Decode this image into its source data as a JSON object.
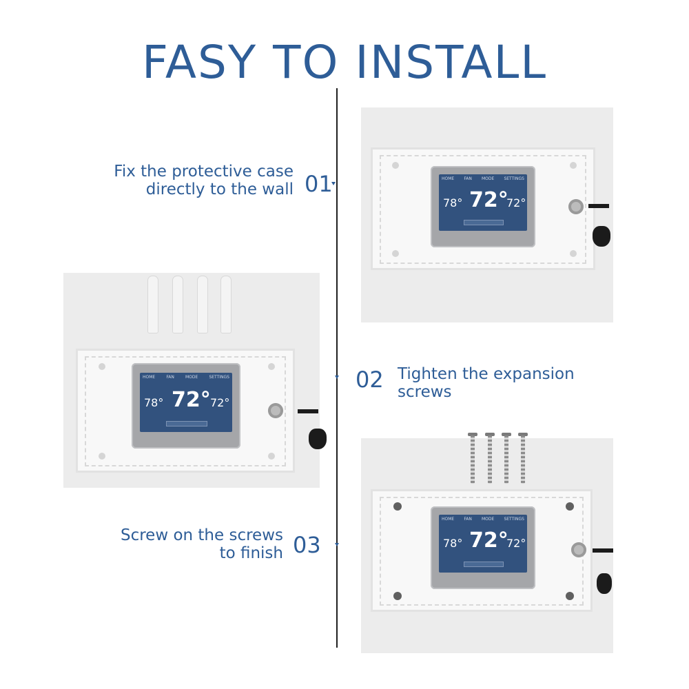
{
  "title": "FASY TO INSTALL",
  "steps": [
    {
      "num": "01",
      "line1": "Fix the protective case",
      "line2": "directly to the wall"
    },
    {
      "num": "02",
      "line1": "Tighten the expansion",
      "line2": "screws"
    },
    {
      "num": "03",
      "line1": "Screw on the screws",
      "line2": "to finish"
    }
  ],
  "thermostat": {
    "tabs": [
      "HOME",
      "FAN",
      "MODE",
      "SETTINGS"
    ],
    "setpoint": "72°",
    "indoor": "78°",
    "outdoor": "72°"
  },
  "colors": {
    "accent": "#2e5d97",
    "line": "#1f1f1f",
    "screen": "#32527e"
  }
}
